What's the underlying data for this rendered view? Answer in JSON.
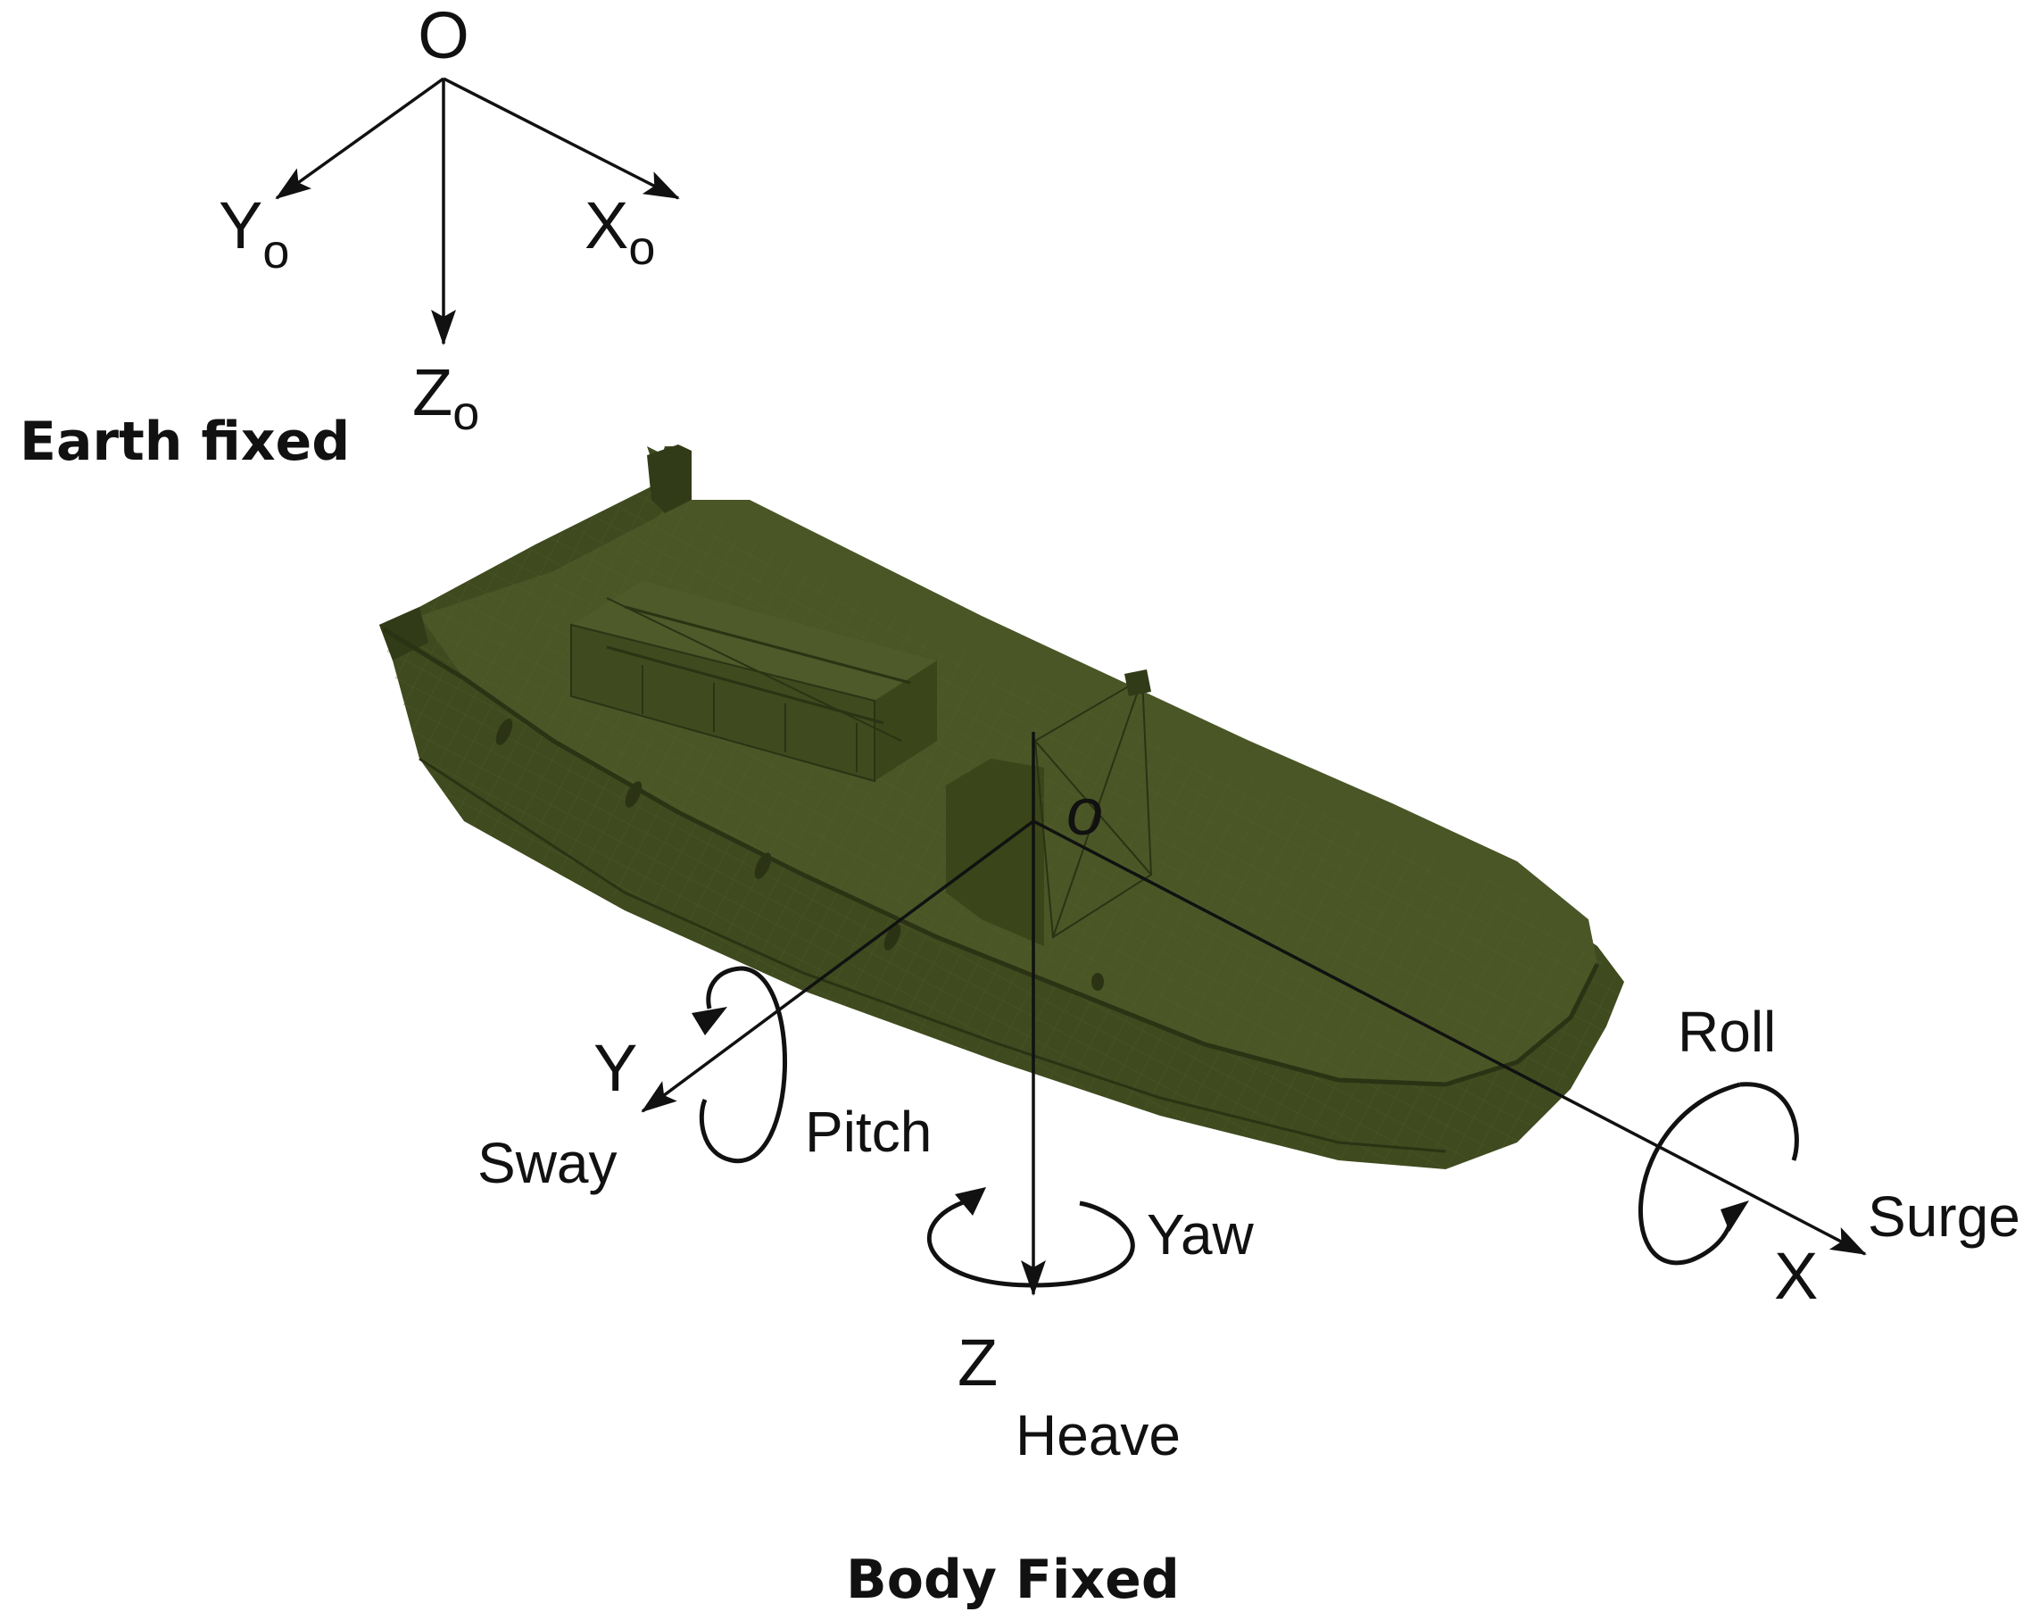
{
  "earth_frame": {
    "origin_label": "O",
    "x_axis": {
      "letter": "X",
      "sub": "o"
    },
    "y_axis": {
      "letter": "Y",
      "sub": "o"
    },
    "z_axis": {
      "letter": "Z",
      "sub": "o"
    },
    "caption": "Earth fixed"
  },
  "body_frame": {
    "origin_label": "o",
    "x_axis": {
      "letter": "X",
      "motion": "Surge",
      "rotation": "Roll"
    },
    "y_axis": {
      "letter": "Y",
      "motion": "Sway",
      "rotation": "Pitch"
    },
    "z_axis": {
      "letter": "Z",
      "motion": "Heave",
      "rotation": "Yaw"
    },
    "caption": "Body Fixed"
  },
  "colors": {
    "hull": "#3f4a1f",
    "hull_dark": "#323b17",
    "hull_light": "#4a5626",
    "ink": "#111111"
  }
}
